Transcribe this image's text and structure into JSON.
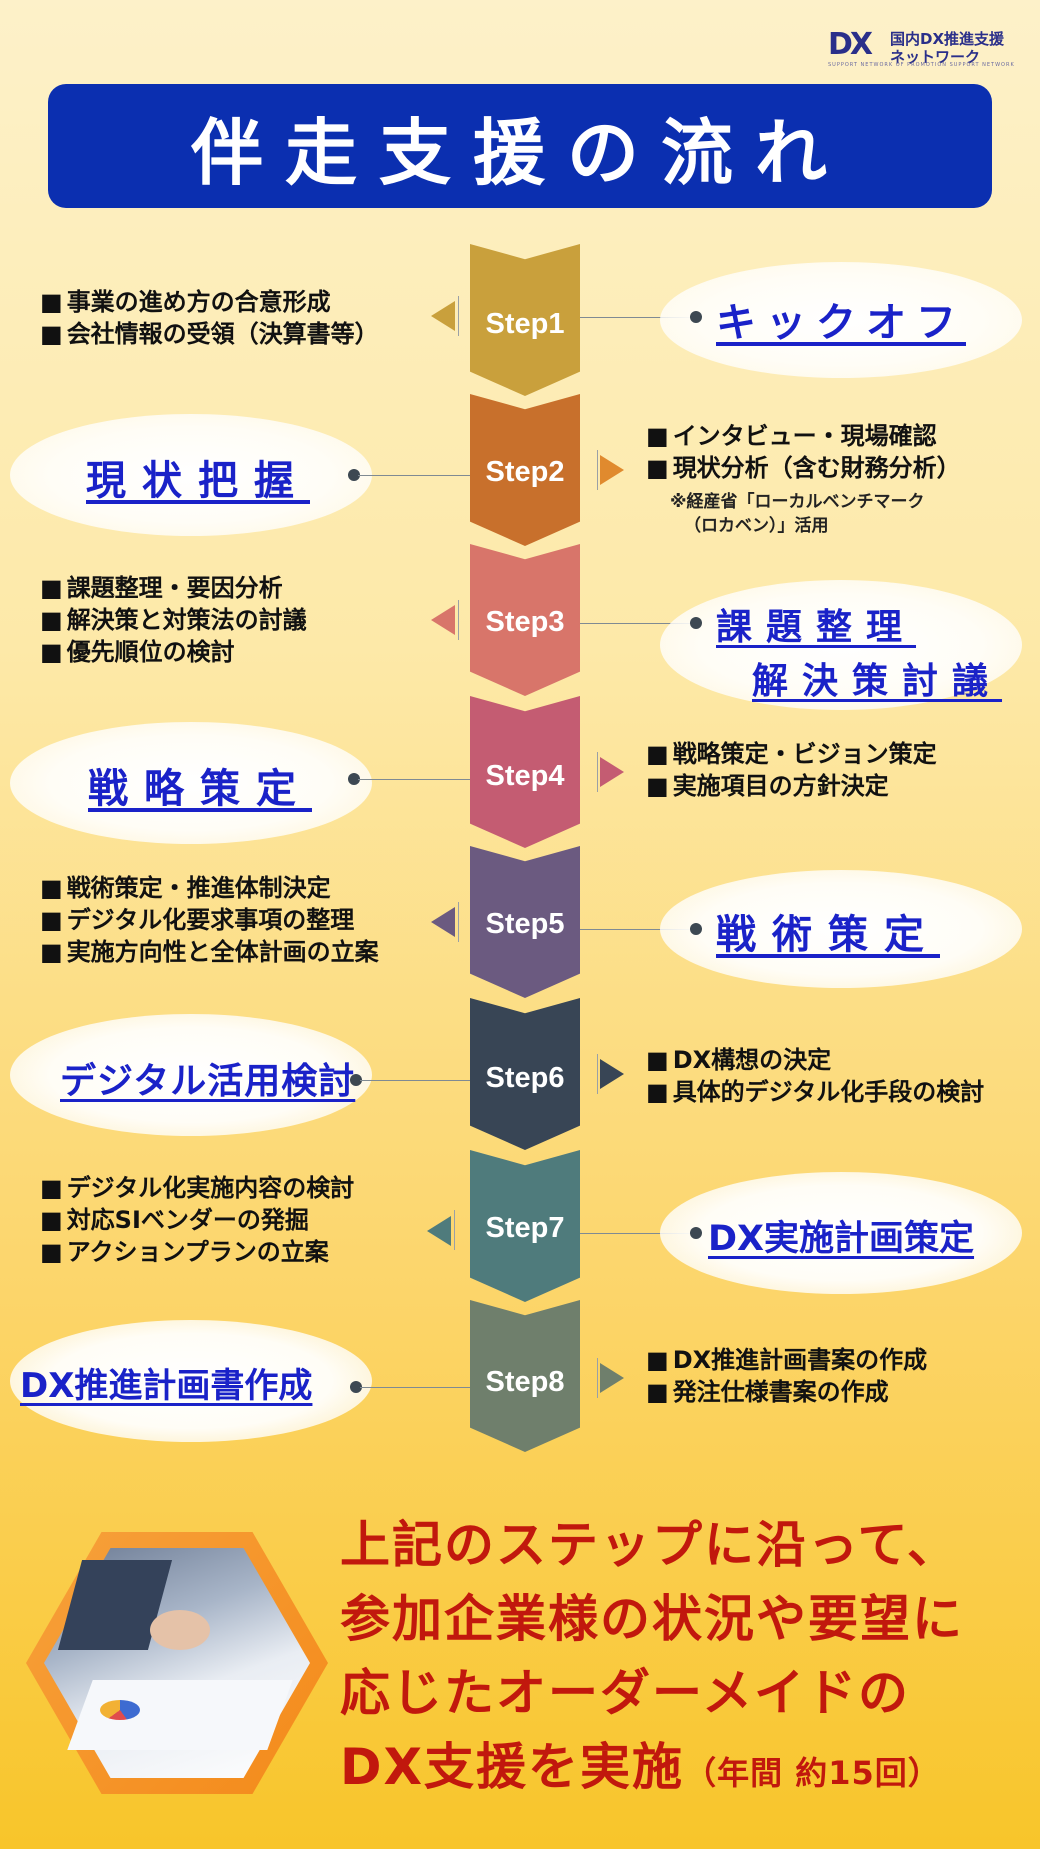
{
  "logo": {
    "mark": "DX",
    "line1": "国内DX推進支援",
    "line2": "ネットワーク",
    "sub": "SUPPORT NETWORK OF PROMOTION SUPPORT NETWORK"
  },
  "title": "伴走支援の流れ",
  "steps": [
    {
      "label": "Step1",
      "color": "#c9a03c",
      "title": "キックオフ",
      "items": [
        "事業の進め方の合意形成",
        "会社情報の受領（決算書等）"
      ],
      "note": []
    },
    {
      "label": "Step2",
      "color": "#c8702c",
      "title": "現状把握",
      "items": [
        "インタビュー・現場確認",
        "現状分析（含む財務分析）"
      ],
      "note": [
        "※経産省「ローカルベンチマーク",
        "（ロカベン）」活用"
      ]
    },
    {
      "label": "Step3",
      "color": "#d8756a",
      "title_lines": [
        "課題整理",
        "解決策討議"
      ],
      "items": [
        "課題整理・要因分析",
        "解決策と対策法の討議",
        "優先順位の検討"
      ],
      "note": []
    },
    {
      "label": "Step4",
      "color": "#c45c72",
      "title": "戦略策定",
      "items": [
        "戦略策定・ビジョン策定",
        "実施項目の方針決定"
      ],
      "note": []
    },
    {
      "label": "Step5",
      "color": "#6b5a80",
      "title": "戦術策定",
      "items": [
        "戦術策定・推進体制決定",
        "デジタル化要求事項の整理",
        "実施方向性と全体計画の立案"
      ],
      "note": []
    },
    {
      "label": "Step6",
      "color": "#384555",
      "title": "デジタル活用検討",
      "items": [
        "DX構想の決定",
        "具体的デジタル化手段の検討"
      ],
      "note": []
    },
    {
      "label": "Step7",
      "color": "#4f7b7c",
      "title": "DX実施計画策定",
      "items": [
        "デジタル化実施内容の検討",
        "対応SIベンダーの発掘",
        "アクションプランの立案"
      ],
      "note": []
    },
    {
      "label": "Step8",
      "color": "#6f7f6c",
      "title": "DX推進計画書作成",
      "items": [
        "DX推進計画書案の作成",
        "発注仕様書案の作成"
      ],
      "note": []
    }
  ],
  "summary": {
    "line1": "上記のステップに沿って、",
    "line2": "参加企業様の状況や要望に",
    "line3": "応じたオーダーメイドの",
    "line4_main": "DX支援を実施",
    "line4_small": "（年間 約15回）"
  }
}
